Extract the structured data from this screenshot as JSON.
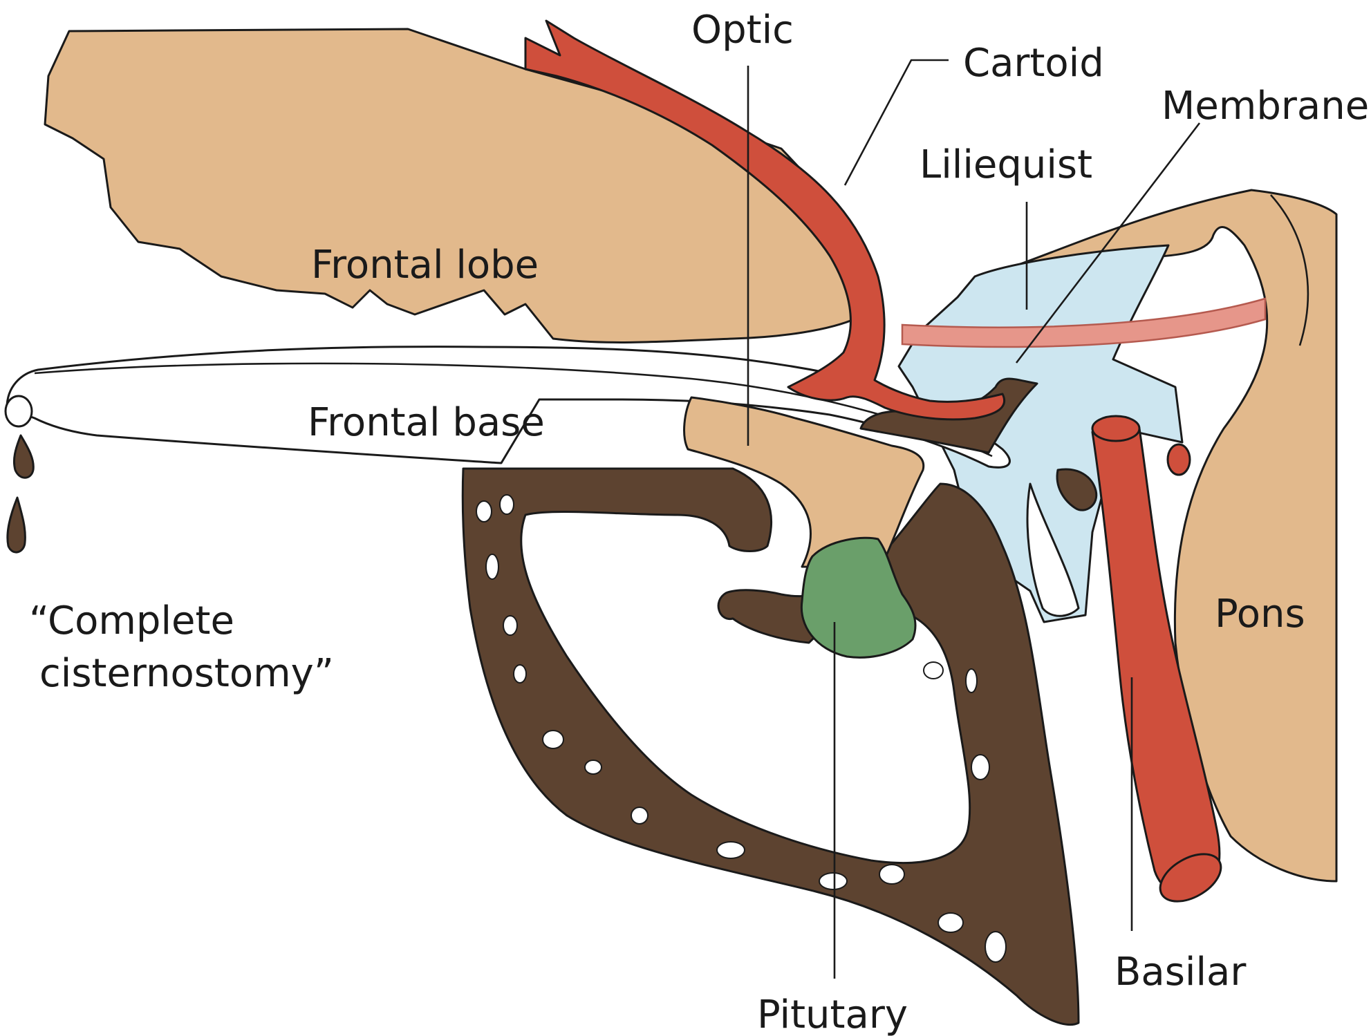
{
  "colors": {
    "brain": "#e2b98c",
    "artery": "#cf4f3c",
    "bone": "#5d4330",
    "pituitary": "#6a9f6a",
    "membrane": "#cde6f0",
    "membrane_band": "#e6968a",
    "stroke": "#1a1a1a"
  },
  "labels": {
    "optic": "Optic",
    "cartoid": "Cartoid",
    "membrane": "Membrane",
    "liliequist": "Liliequist",
    "frontal_lobe": "Frontal lobe",
    "frontal_base": "Frontal base",
    "pons": "Pons",
    "complete_line1": "“Complete",
    "complete_line2": "cisternostomy”",
    "pituitary": "Pitutary",
    "basilar": "Basilar"
  }
}
